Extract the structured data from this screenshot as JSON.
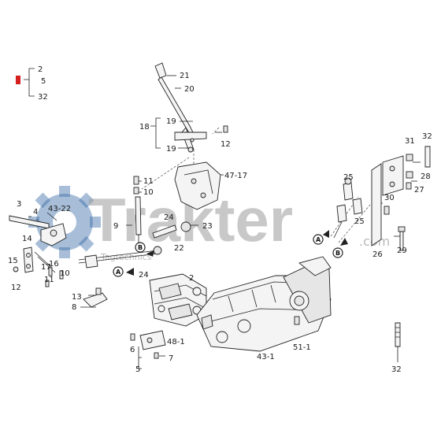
{
  "colors": {
    "watermark_gray": "#9a9a9a",
    "watermark_blue": "#3d6fa8",
    "marker_red": "#d62020",
    "ink": "#1a1a1a"
  },
  "watermark": {
    "brand": "Trakter",
    "domain": ".com",
    "sub": "Tagtechnics"
  },
  "legend": {
    "top": "2",
    "mid": "5",
    "bottom": "32"
  },
  "callouts": [
    {
      "id": "c21",
      "text": "21"
    },
    {
      "id": "c20",
      "text": "20"
    },
    {
      "id": "c18",
      "text": "18"
    },
    {
      "id": "c19a",
      "text": "19"
    },
    {
      "id": "c19b",
      "text": "19"
    },
    {
      "id": "c12a",
      "text": "12"
    },
    {
      "id": "c11a",
      "text": "11"
    },
    {
      "id": "c10a",
      "text": "10"
    },
    {
      "id": "c4717",
      "text": "47-17"
    },
    {
      "id": "c3",
      "text": "3"
    },
    {
      "id": "c4",
      "text": "4"
    },
    {
      "id": "c4322",
      "text": "43-22"
    },
    {
      "id": "c9",
      "text": "9"
    },
    {
      "id": "c24a",
      "text": "24"
    },
    {
      "id": "c23",
      "text": "23"
    },
    {
      "id": "c14",
      "text": "14"
    },
    {
      "id": "c15",
      "text": "15"
    },
    {
      "id": "c17",
      "text": "17"
    },
    {
      "id": "c16",
      "text": "16"
    },
    {
      "id": "c12b",
      "text": "12"
    },
    {
      "id": "c11b",
      "text": "11"
    },
    {
      "id": "c10b",
      "text": "10"
    },
    {
      "id": "c22",
      "text": "22"
    },
    {
      "id": "c24b",
      "text": "24"
    },
    {
      "id": "c2",
      "text": "2"
    },
    {
      "id": "c13",
      "text": "13"
    },
    {
      "id": "c8",
      "text": "8"
    },
    {
      "id": "c481",
      "text": "48-1"
    },
    {
      "id": "c6",
      "text": "6"
    },
    {
      "id": "c5",
      "text": "5"
    },
    {
      "id": "c7",
      "text": "7"
    },
    {
      "id": "c431",
      "text": "43-1"
    },
    {
      "id": "c511",
      "text": "51-1"
    },
    {
      "id": "c25a",
      "text": "25"
    },
    {
      "id": "c25b",
      "text": "25"
    },
    {
      "id": "c30",
      "text": "30"
    },
    {
      "id": "c31",
      "text": "31"
    },
    {
      "id": "c32a",
      "text": "32"
    },
    {
      "id": "c28",
      "text": "28"
    },
    {
      "id": "c27",
      "text": "27"
    },
    {
      "id": "c26",
      "text": "26"
    },
    {
      "id": "c29",
      "text": "29"
    },
    {
      "id": "c32b",
      "text": "32"
    }
  ],
  "tags": [
    {
      "id": "tA1",
      "text": "A"
    },
    {
      "id": "tB1",
      "text": "B"
    },
    {
      "id": "tA2",
      "text": "A"
    },
    {
      "id": "tB2",
      "text": "B"
    }
  ]
}
